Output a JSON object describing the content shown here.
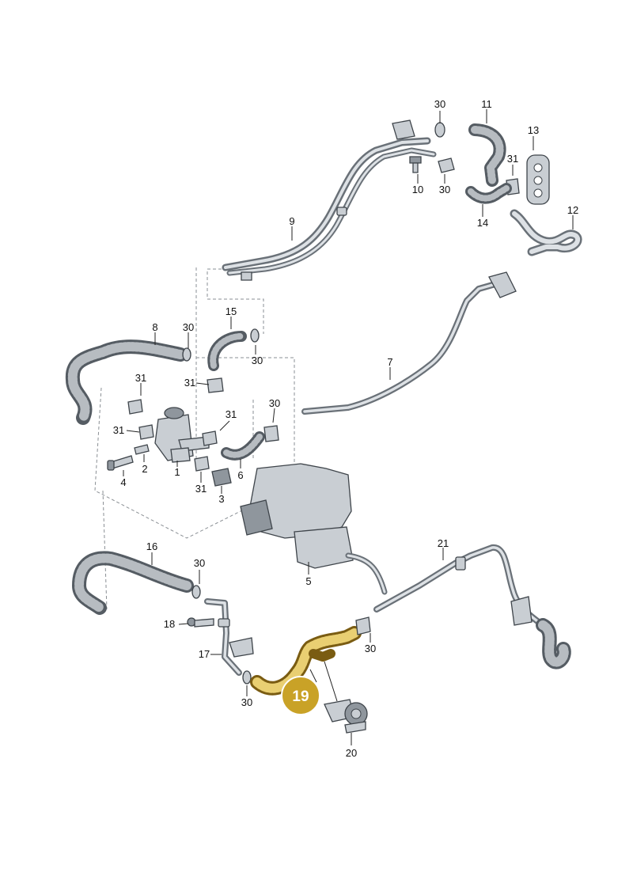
{
  "diagram": {
    "highlight_color": "#c9a227",
    "highlighted_part": "19",
    "labels": [
      {
        "id": "l30a",
        "text": "30"
      },
      {
        "id": "l11",
        "text": "11"
      },
      {
        "id": "l13",
        "text": "13"
      },
      {
        "id": "l31a",
        "text": "31"
      },
      {
        "id": "l10",
        "text": "10"
      },
      {
        "id": "l30b",
        "text": "30"
      },
      {
        "id": "l14",
        "text": "14"
      },
      {
        "id": "l12",
        "text": "12"
      },
      {
        "id": "l9",
        "text": "9"
      },
      {
        "id": "l15",
        "text": "15"
      },
      {
        "id": "l8",
        "text": "8"
      },
      {
        "id": "l30c",
        "text": "30"
      },
      {
        "id": "l30d",
        "text": "30"
      },
      {
        "id": "l31b",
        "text": "31"
      },
      {
        "id": "l7",
        "text": "7"
      },
      {
        "id": "l31c",
        "text": "31"
      },
      {
        "id": "l31d",
        "text": "31"
      },
      {
        "id": "l30e",
        "text": "30"
      },
      {
        "id": "l31e",
        "text": "31"
      },
      {
        "id": "l2",
        "text": "2"
      },
      {
        "id": "l1",
        "text": "1"
      },
      {
        "id": "l6",
        "text": "6"
      },
      {
        "id": "l4",
        "text": "4"
      },
      {
        "id": "l31f",
        "text": "31"
      },
      {
        "id": "l3",
        "text": "3"
      },
      {
        "id": "l16",
        "text": "16"
      },
      {
        "id": "l21",
        "text": "21"
      },
      {
        "id": "l30f",
        "text": "30"
      },
      {
        "id": "l5",
        "text": "5"
      },
      {
        "id": "l18",
        "text": "18"
      },
      {
        "id": "l17",
        "text": "17"
      },
      {
        "id": "l30g",
        "text": "30"
      },
      {
        "id": "l30h",
        "text": "30"
      },
      {
        "id": "l20",
        "text": "20"
      }
    ]
  }
}
